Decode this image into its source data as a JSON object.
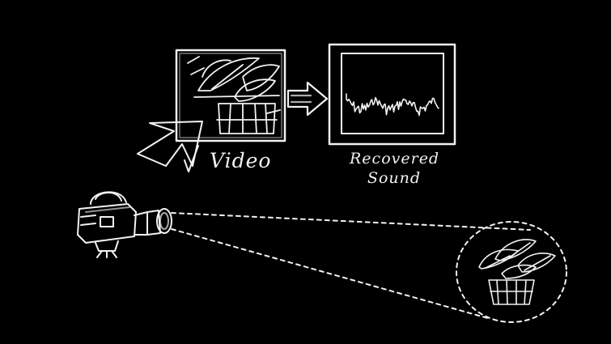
{
  "diagram": {
    "labels": {
      "video": "Video",
      "recovered_line1": "Recovered",
      "recovered_line2": "Sound"
    },
    "colors": {
      "background": "#000000",
      "ink": "#f2f2f2"
    },
    "icons": [
      "video-camera-icon",
      "plant-icon",
      "waveform-icon",
      "arrow-icon",
      "cursor-arrow-icon"
    ]
  }
}
